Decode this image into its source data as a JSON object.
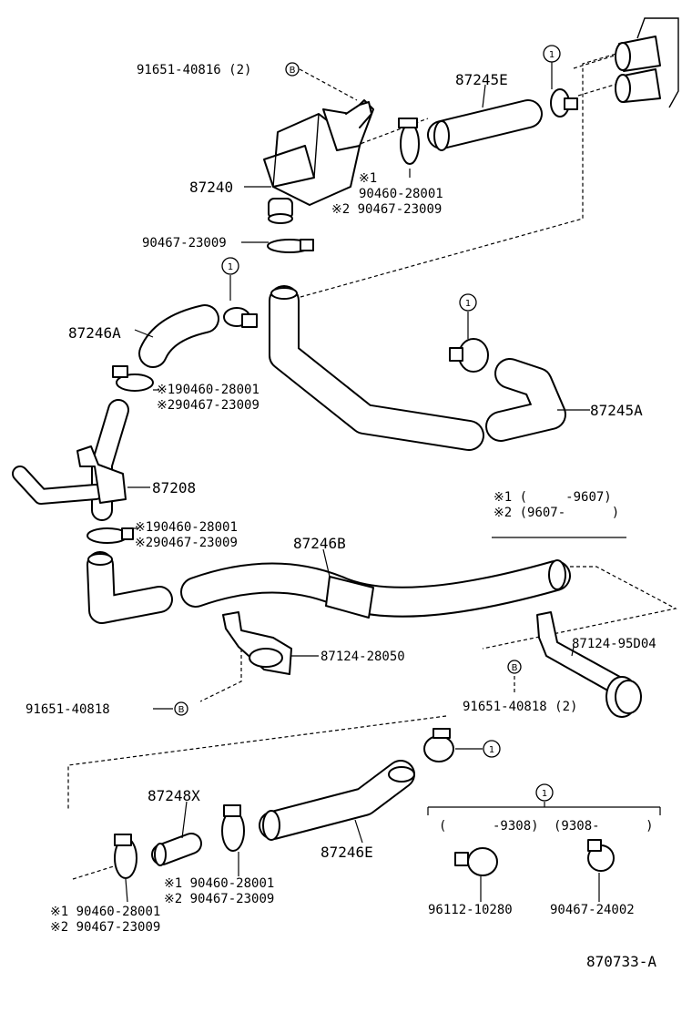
{
  "labels": {
    "p91651_40816": "91651-40816 (2)",
    "p87245E": "87245E",
    "p87240": "87240",
    "c1_a_l1": "※1",
    "c1_a_l2": "90460-28001",
    "c1_a_l3": "※2 90467-23009",
    "p90467_23009": "90467-23009",
    "p87246A": "87246A",
    "c2_a_l1": "※190460-28001",
    "c2_a_l2": "※290467-23009",
    "p87245A": "87245A",
    "p87208": "87208",
    "legend1": "※1 (     -9607)",
    "legend2": "※2 (9607-      )",
    "c3_l1": "※190460-28001",
    "c3_l2": "※290467-23009",
    "p87246B": "87246B",
    "p87124_28050": "87124-28050",
    "p87124_95D04": "87124-95D04",
    "p91651_40818a": "91651-40818",
    "p91651_40818b": "91651-40818 (2)",
    "p87248X": "87248X",
    "c4_l1": "※1 90460-28001",
    "c4_l2": "※2 90467-23009",
    "p87246E": "87246E",
    "c5_l1": "※1 90460-28001",
    "c5_l2": "※2 90467-23009",
    "bracket_left": "(      -9308)",
    "bracket_right": "(9308-      )",
    "p96112_10280": "96112-10280",
    "p90467_24002": "90467-24002",
    "diagram_id": "870733-A"
  },
  "markers": {
    "circle_one": "1",
    "circle_b": "B"
  }
}
